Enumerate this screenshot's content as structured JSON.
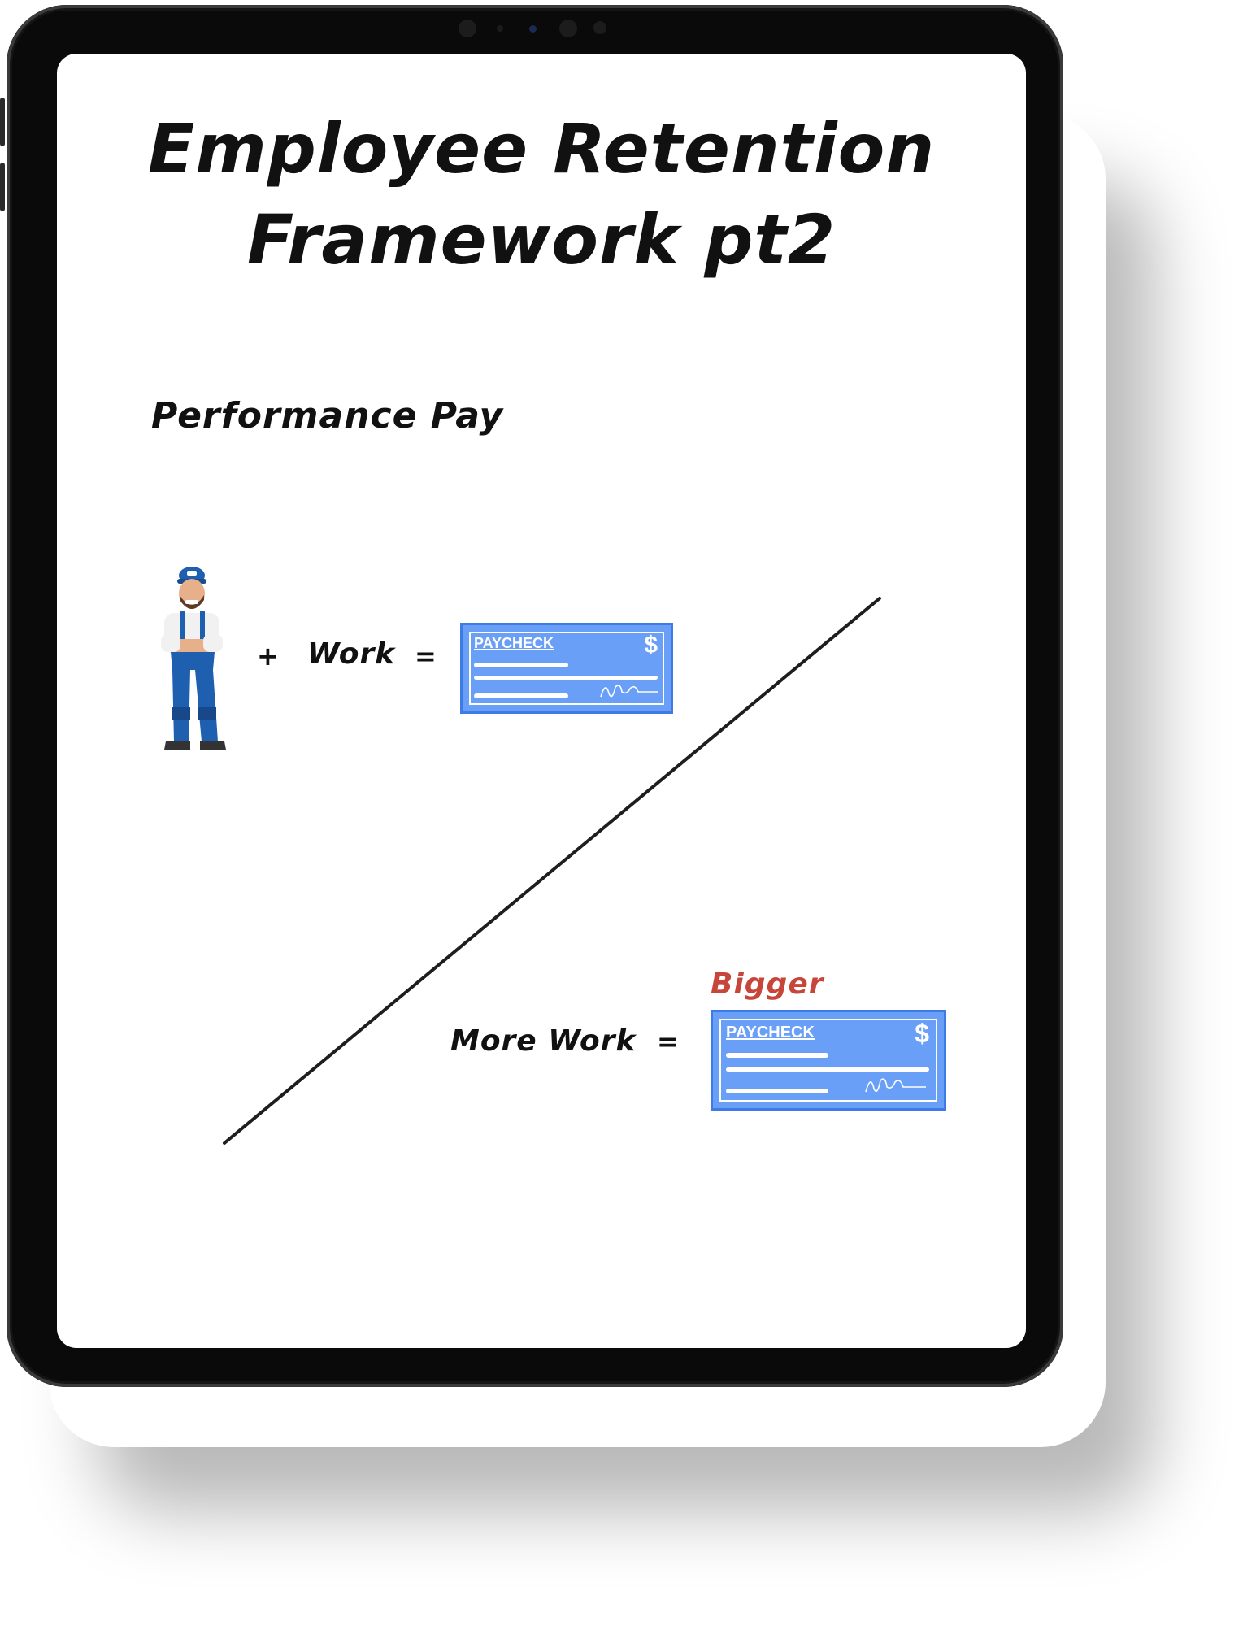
{
  "slide": {
    "title_line1": "Employee Retention",
    "title_line2": "Framework pt2",
    "section": "Performance Pay"
  },
  "equation1": {
    "plus": "+",
    "work": "Work",
    "equals": "="
  },
  "equation2": {
    "more_work": "More Work",
    "equals": "=",
    "bigger": "Bigger"
  },
  "paycheck": {
    "label": "PAYCHECK",
    "currency": "$"
  },
  "colors": {
    "paycheck_fill": "#6a9ff7",
    "bigger_text": "#c8453a",
    "ink": "#111111"
  }
}
